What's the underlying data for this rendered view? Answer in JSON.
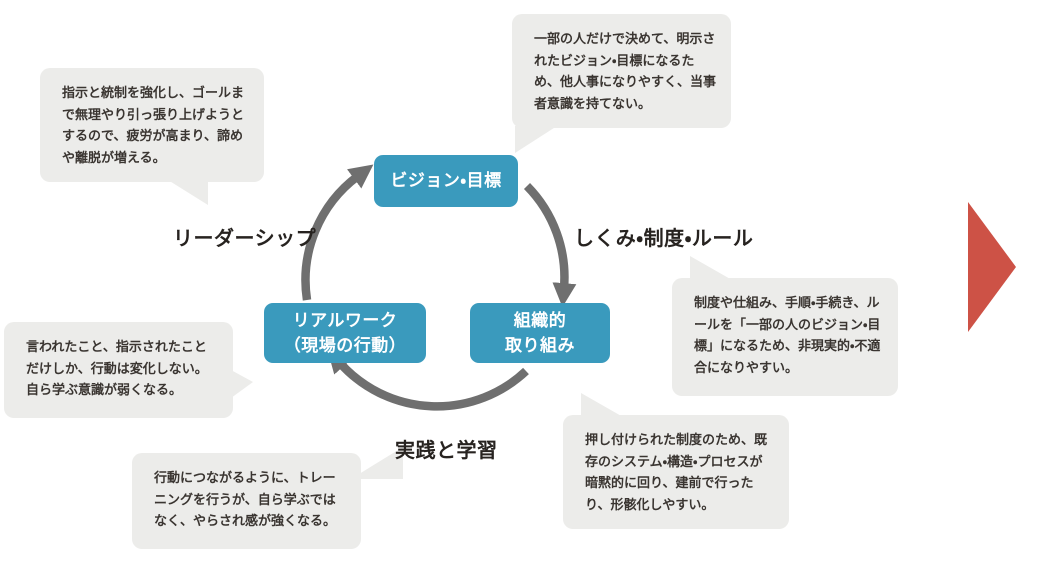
{
  "diagram": {
    "title_hint": "organizational change cycle (negative pattern)",
    "colors": {
      "node_fill": "#3a9abd",
      "node_text": "#ffffff",
      "callout_bg": "#ececea",
      "callout_text": "#3a3531",
      "cycle_arrow": "#6f6f6f",
      "edge_label_text": "#272320",
      "big_arrow": "#cd5246"
    },
    "nodes": [
      {
        "id": "vision",
        "label": "ビジョン・目標"
      },
      {
        "id": "organizational",
        "label": "組織的\n取り組み"
      },
      {
        "id": "realwork",
        "label": "リアルワーク\n（現場の行動）"
      }
    ],
    "edge_labels": [
      {
        "id": "leadership",
        "label": "リーダーシップ"
      },
      {
        "id": "rules",
        "label": "しくみ・制度・ルール"
      },
      {
        "id": "practice_learning",
        "label": "実践と学習"
      }
    ],
    "callouts": [
      {
        "id": "vision",
        "text": "一部の人だけで決めて、明示されたビジョン・目標になるため、他人事になりやすく、当事者意識を持てない。"
      },
      {
        "id": "leadership",
        "text": "指示と統制を強化し、ゴールまで無理やり引っ張り上げようとするので、疲労が高まり、諦めや離脱が増える。"
      },
      {
        "id": "rules",
        "text": "制度や仕組み、手順・手続き、ルールを「一部の人のビジョン・目標」になるため、非現実的・不適合になりやすい。"
      },
      {
        "id": "institution",
        "text": "押し付けられた制度のため、既存のシステム・構造・プロセスが暗黙的に回り、建前で行ったり、形骸化しやすい。"
      },
      {
        "id": "realwork",
        "text": "言われたこと、指示されたことだけしか、行動は変化しない。自ら学ぶ意識が弱くなる。"
      },
      {
        "id": "training",
        "text": "行動につながるように、トレーニングを行うが、自ら学ぶではなく、やらされ感が強くなる。"
      }
    ]
  }
}
